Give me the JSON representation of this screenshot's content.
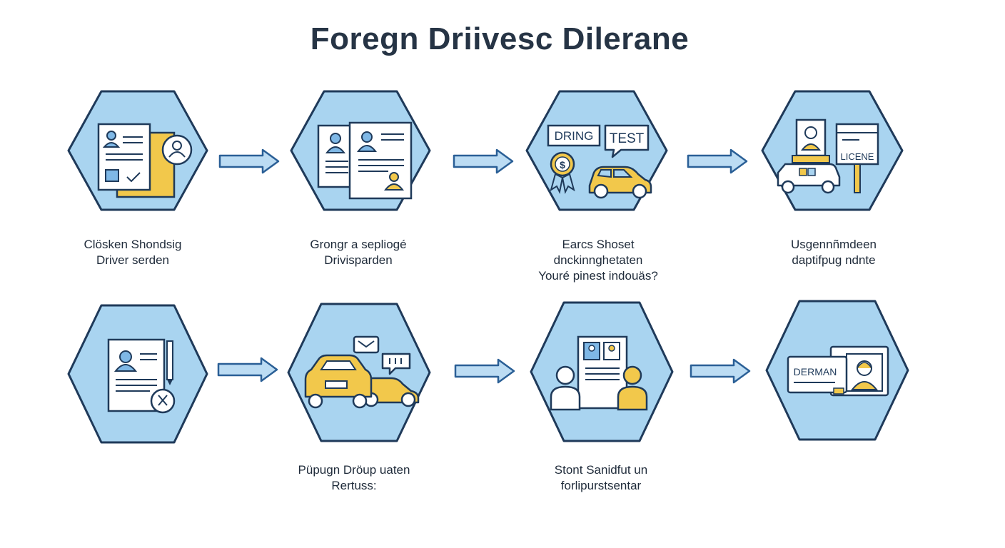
{
  "title": "Foregn Driivesc Dilerane",
  "steps": [
    {
      "icon": "application-documents-icon",
      "lines": [
        "Clösken Shondsig",
        "Driver serden",
        ""
      ]
    },
    {
      "icon": "id-documents-icon",
      "lines": [
        "Grongr a sepliogé",
        "Drivisparden",
        ""
      ]
    },
    {
      "icon": "driving-test-icon",
      "sign_left": "DRING",
      "sign_right": "TEST",
      "lines": [
        "Earcs Shoset",
        "dnckinnghetaten",
        "Youré pinest indouäs?"
      ]
    },
    {
      "icon": "license-pickup-icon",
      "sign": "LICENE",
      "lines": [
        "Usgennñmdeen",
        "daptifpug ndnte",
        ""
      ]
    },
    {
      "icon": "form-signing-icon",
      "lines": [
        "",
        "",
        ""
      ]
    },
    {
      "icon": "cars-exchange-icon",
      "lines": [
        "Püpugn Dröup uaten",
        "Rertuss:",
        ""
      ]
    },
    {
      "icon": "people-verification-icon",
      "lines": [
        "Stont Sanidfut un",
        "forlipurstsentar",
        ""
      ]
    },
    {
      "icon": "german-license-icon",
      "card": "DERMAN",
      "lines": [
        "",
        "",
        ""
      ]
    }
  ],
  "colors": {
    "hex_fill": "#a9d4f0",
    "hex_stroke": "#1f3a5a",
    "accent_yellow": "#f2c84b",
    "arrow_fill": "#bcdcf3",
    "arrow_stroke": "#2a5f96"
  }
}
